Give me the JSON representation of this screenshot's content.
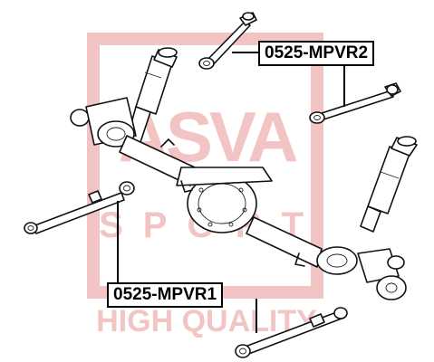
{
  "watermark": {
    "brand": "ASVA",
    "sub": "SPORT",
    "tagline": "HIGH QUALITY",
    "color": "#f2c4c4"
  },
  "labels": {
    "top": "0525-MPVR2",
    "bottom": "0525-MPVR1"
  },
  "colors": {
    "ink": "#111111",
    "background": "#ffffff"
  }
}
